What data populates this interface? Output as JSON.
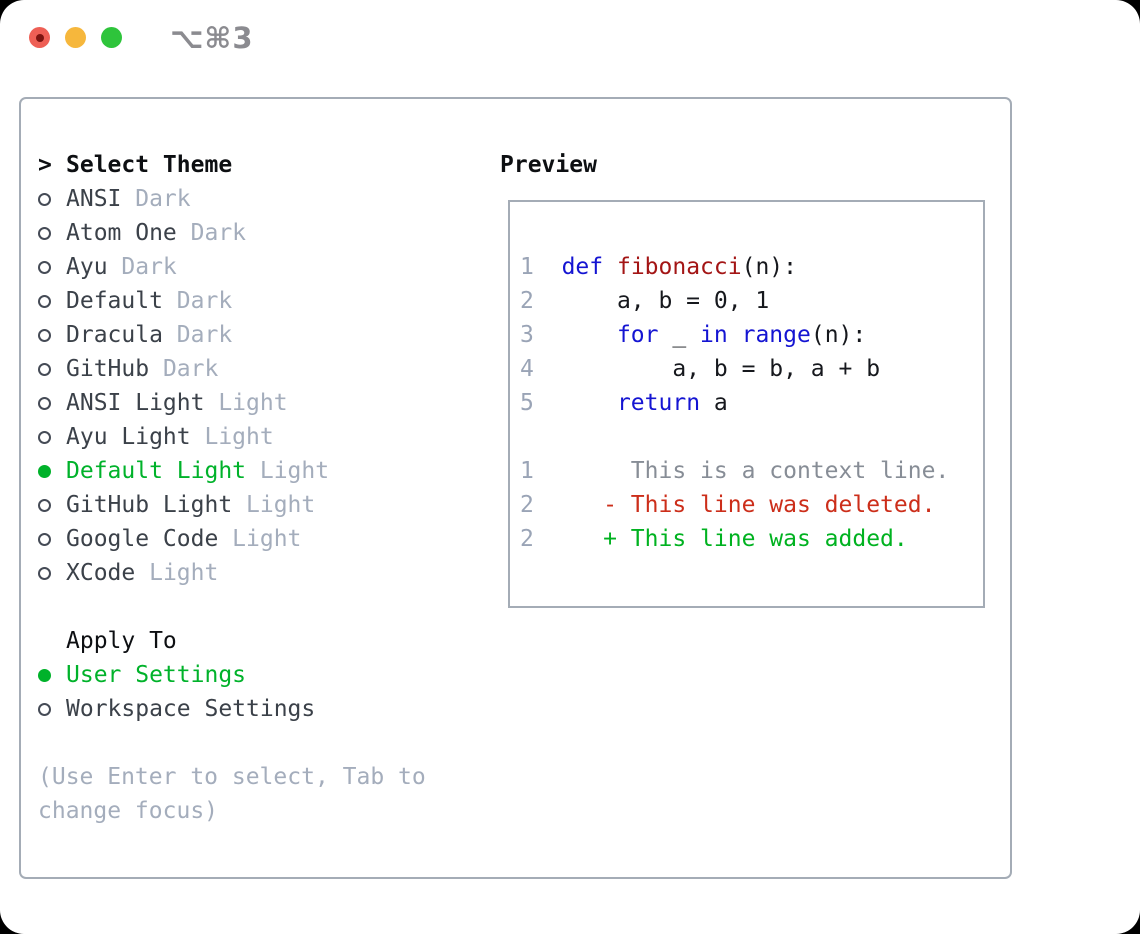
{
  "window": {
    "shortcut": "⌥⌘3"
  },
  "theme_panel": {
    "header": {
      "prefix": ">",
      "title": "Select Theme"
    },
    "themes": [
      {
        "name": "ANSI",
        "tag": "Dark",
        "selected": false
      },
      {
        "name": "Atom One",
        "tag": "Dark",
        "selected": false
      },
      {
        "name": "Ayu",
        "tag": "Dark",
        "selected": false
      },
      {
        "name": "Default",
        "tag": "Dark",
        "selected": false
      },
      {
        "name": "Dracula",
        "tag": "Dark",
        "selected": false
      },
      {
        "name": "GitHub",
        "tag": "Dark",
        "selected": false
      },
      {
        "name": "ANSI Light",
        "tag": "Light",
        "selected": false
      },
      {
        "name": "Ayu Light",
        "tag": "Light",
        "selected": false
      },
      {
        "name": "Default Light",
        "tag": "Light",
        "selected": true
      },
      {
        "name": "GitHub Light",
        "tag": "Light",
        "selected": false
      },
      {
        "name": "Google Code",
        "tag": "Light",
        "selected": false
      },
      {
        "name": "XCode",
        "tag": "Light",
        "selected": false
      }
    ],
    "apply_to": {
      "title": "Apply To",
      "options": [
        {
          "name": "User Settings",
          "selected": true
        },
        {
          "name": "Workspace Settings",
          "selected": false
        }
      ]
    },
    "hint_lines": [
      "(Use Enter to select, Tab to",
      "change focus)"
    ]
  },
  "preview": {
    "title": "Preview",
    "lines": [
      [
        {
          "t": "1",
          "c": "ln"
        },
        {
          "t": "  ",
          "c": "pl"
        },
        {
          "t": "def",
          "c": "kw"
        },
        {
          "t": " ",
          "c": "pl"
        },
        {
          "t": "fibonacci",
          "c": "fn"
        },
        {
          "t": "(n):",
          "c": "pl"
        }
      ],
      [
        {
          "t": "2",
          "c": "ln"
        },
        {
          "t": "      a, b = 0, 1",
          "c": "pl"
        }
      ],
      [
        {
          "t": "3",
          "c": "ln"
        },
        {
          "t": "      ",
          "c": "pl"
        },
        {
          "t": "for",
          "c": "kw"
        },
        {
          "t": " _ ",
          "c": "pl"
        },
        {
          "t": "in",
          "c": "kw"
        },
        {
          "t": " ",
          "c": "pl"
        },
        {
          "t": "range",
          "c": "kw"
        },
        {
          "t": "(n):",
          "c": "pl"
        }
      ],
      [
        {
          "t": "4",
          "c": "ln"
        },
        {
          "t": "          a, b = b, a + b",
          "c": "pl"
        }
      ],
      [
        {
          "t": "5",
          "c": "ln"
        },
        {
          "t": "      ",
          "c": "pl"
        },
        {
          "t": "return",
          "c": "kw"
        },
        {
          "t": " a",
          "c": "pl"
        }
      ],
      [],
      [
        {
          "t": "1",
          "c": "ln"
        },
        {
          "t": "       This is a context line.",
          "c": "ctx"
        }
      ],
      [
        {
          "t": "2",
          "c": "ln"
        },
        {
          "t": "     - This line was deleted.",
          "c": "del"
        }
      ],
      [
        {
          "t": "2",
          "c": "ln"
        },
        {
          "t": "     + This line was added.",
          "c": "add"
        }
      ]
    ]
  },
  "colors": {
    "accent_green": "#00b22a",
    "keyword_blue": "#1414d2",
    "function_red": "#a31515",
    "deleted_red": "#cc2e1a",
    "added_green": "#00b220",
    "muted_gray": "#a4adbc",
    "border_gray": "#a4acb6",
    "traffic_red": "#ee5f55",
    "traffic_yellow": "#f6b73c",
    "traffic_green": "#2ec43b"
  }
}
